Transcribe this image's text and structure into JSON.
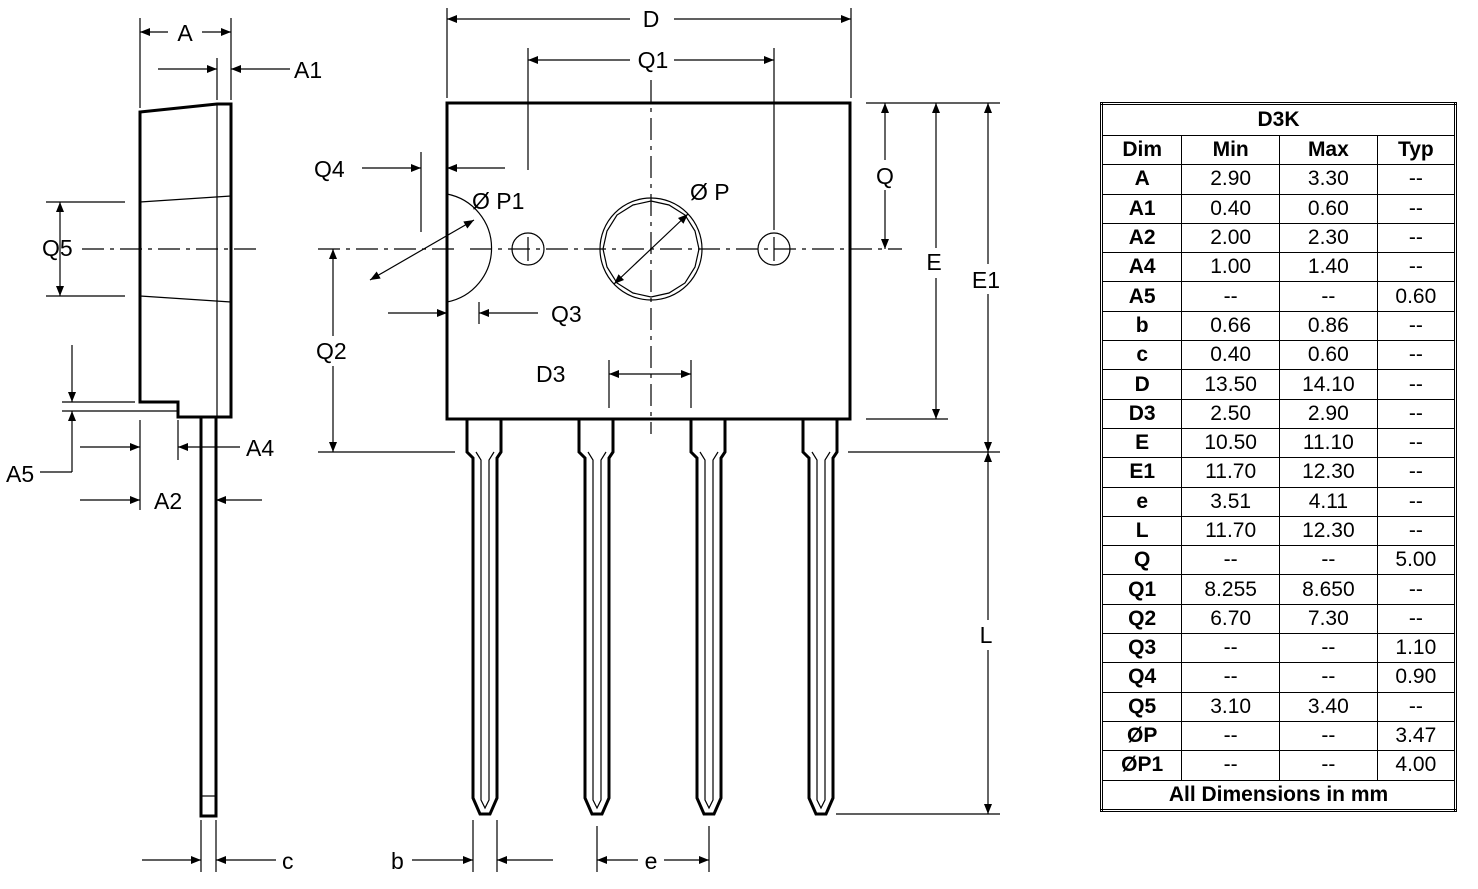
{
  "table": {
    "title": "D3K",
    "headers": [
      "Dim",
      "Min",
      "Max",
      "Typ"
    ],
    "rows": [
      [
        "A",
        "2.90",
        "3.30",
        "--"
      ],
      [
        "A1",
        "0.40",
        "0.60",
        "--"
      ],
      [
        "A2",
        "2.00",
        "2.30",
        "--"
      ],
      [
        "A4",
        "1.00",
        "1.40",
        "--"
      ],
      [
        "A5",
        "--",
        "--",
        "0.60"
      ],
      [
        "b",
        "0.66",
        "0.86",
        "--"
      ],
      [
        "c",
        "0.40",
        "0.60",
        "--"
      ],
      [
        "D",
        "13.50",
        "14.10",
        "--"
      ],
      [
        "D3",
        "2.50",
        "2.90",
        "--"
      ],
      [
        "E",
        "10.50",
        "11.10",
        "--"
      ],
      [
        "E1",
        "11.70",
        "12.30",
        "--"
      ],
      [
        "e",
        "3.51",
        "4.11",
        "--"
      ],
      [
        "L",
        "11.70",
        "12.30",
        "--"
      ],
      [
        "Q",
        "--",
        "--",
        "5.00"
      ],
      [
        "Q1",
        "8.255",
        "8.650",
        "--"
      ],
      [
        "Q2",
        "6.70",
        "7.30",
        "--"
      ],
      [
        "Q3",
        "--",
        "--",
        "1.10"
      ],
      [
        "Q4",
        "--",
        "--",
        "0.90"
      ],
      [
        "Q5",
        "3.10",
        "3.40",
        "--"
      ],
      [
        "ØP",
        "--",
        "--",
        "3.47"
      ],
      [
        "ØP1",
        "--",
        "--",
        "4.00"
      ]
    ],
    "footer": "All Dimensions in mm"
  },
  "labels": {
    "A": "A",
    "A1": "A1",
    "A2": "A2",
    "A4": "A4",
    "A5": "A5",
    "Q5": "Q5",
    "c": "c",
    "D": "D",
    "Q1": "Q1",
    "Q4": "Q4",
    "P1": "Ø P1",
    "P": "Ø P",
    "Q3": "Q3",
    "Q2": "Q2",
    "D3": "D3",
    "Q": "Q",
    "E": "E",
    "E1": "E1",
    "L": "L",
    "b": "b",
    "e": "e"
  }
}
